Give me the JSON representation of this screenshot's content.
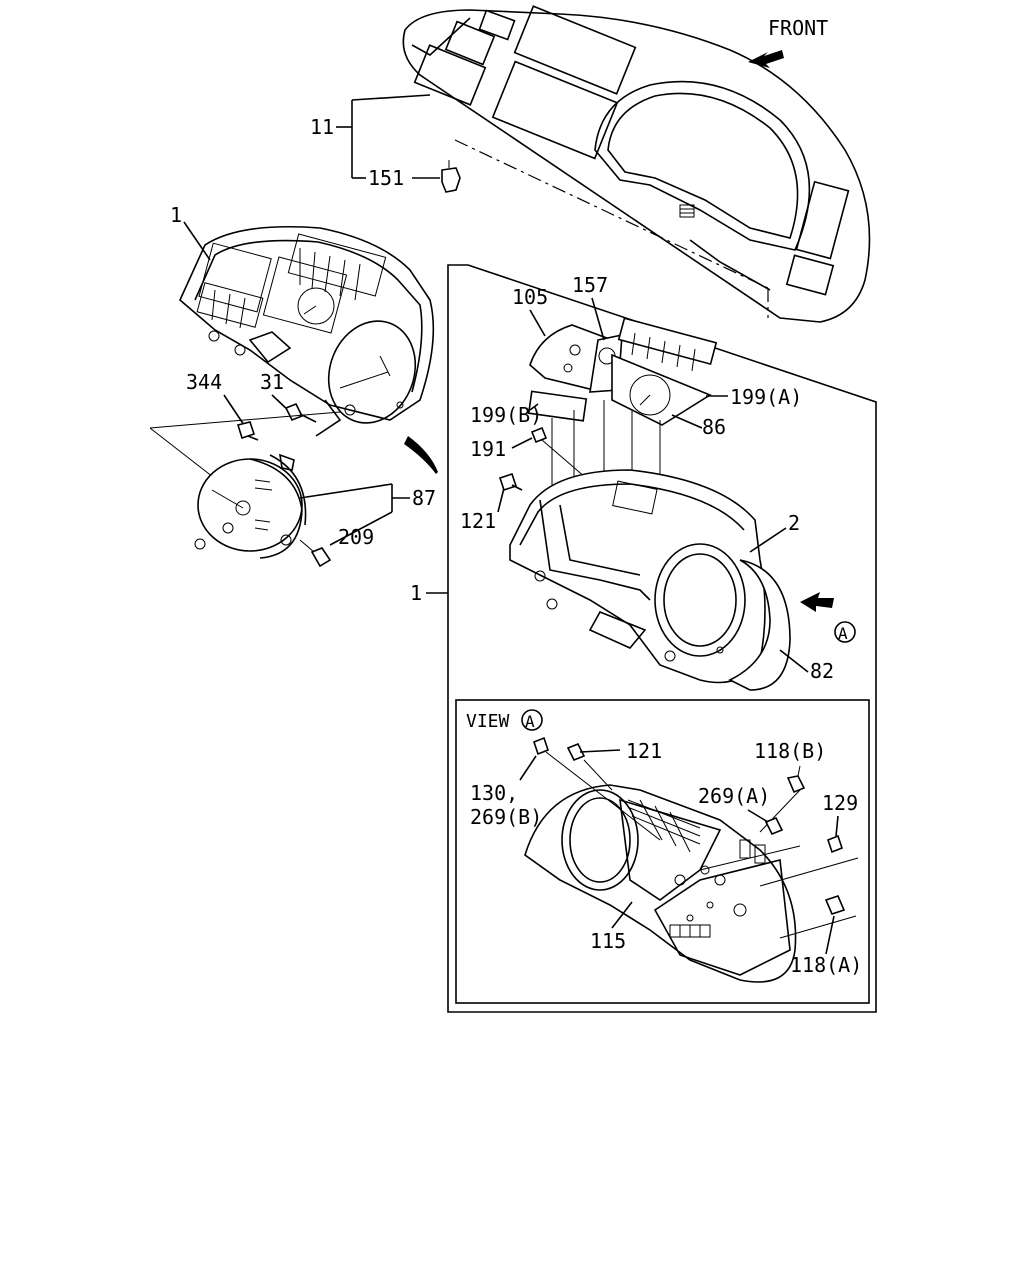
{
  "labels": {
    "front": "FRONT",
    "p11": "11",
    "p151": "151",
    "p1_top": "1",
    "p344": "344",
    "p31": "31",
    "p87": "87",
    "p209": "209",
    "p105": "105",
    "p157": "157",
    "p199a": "199(A)",
    "p199b": "199(B)",
    "p86": "86",
    "p191": "191",
    "p121": "121",
    "p2": "2",
    "p1_side": "1",
    "circle_a": "A",
    "p82": "82",
    "view": "VIEW",
    "view_a": "A",
    "p121_view": "121",
    "p118b": "118(B)",
    "p130": "130,",
    "p269b": "269(B)",
    "p269a": "269(A)",
    "p129": "129",
    "p115": "115",
    "p118a": "118(A)"
  }
}
